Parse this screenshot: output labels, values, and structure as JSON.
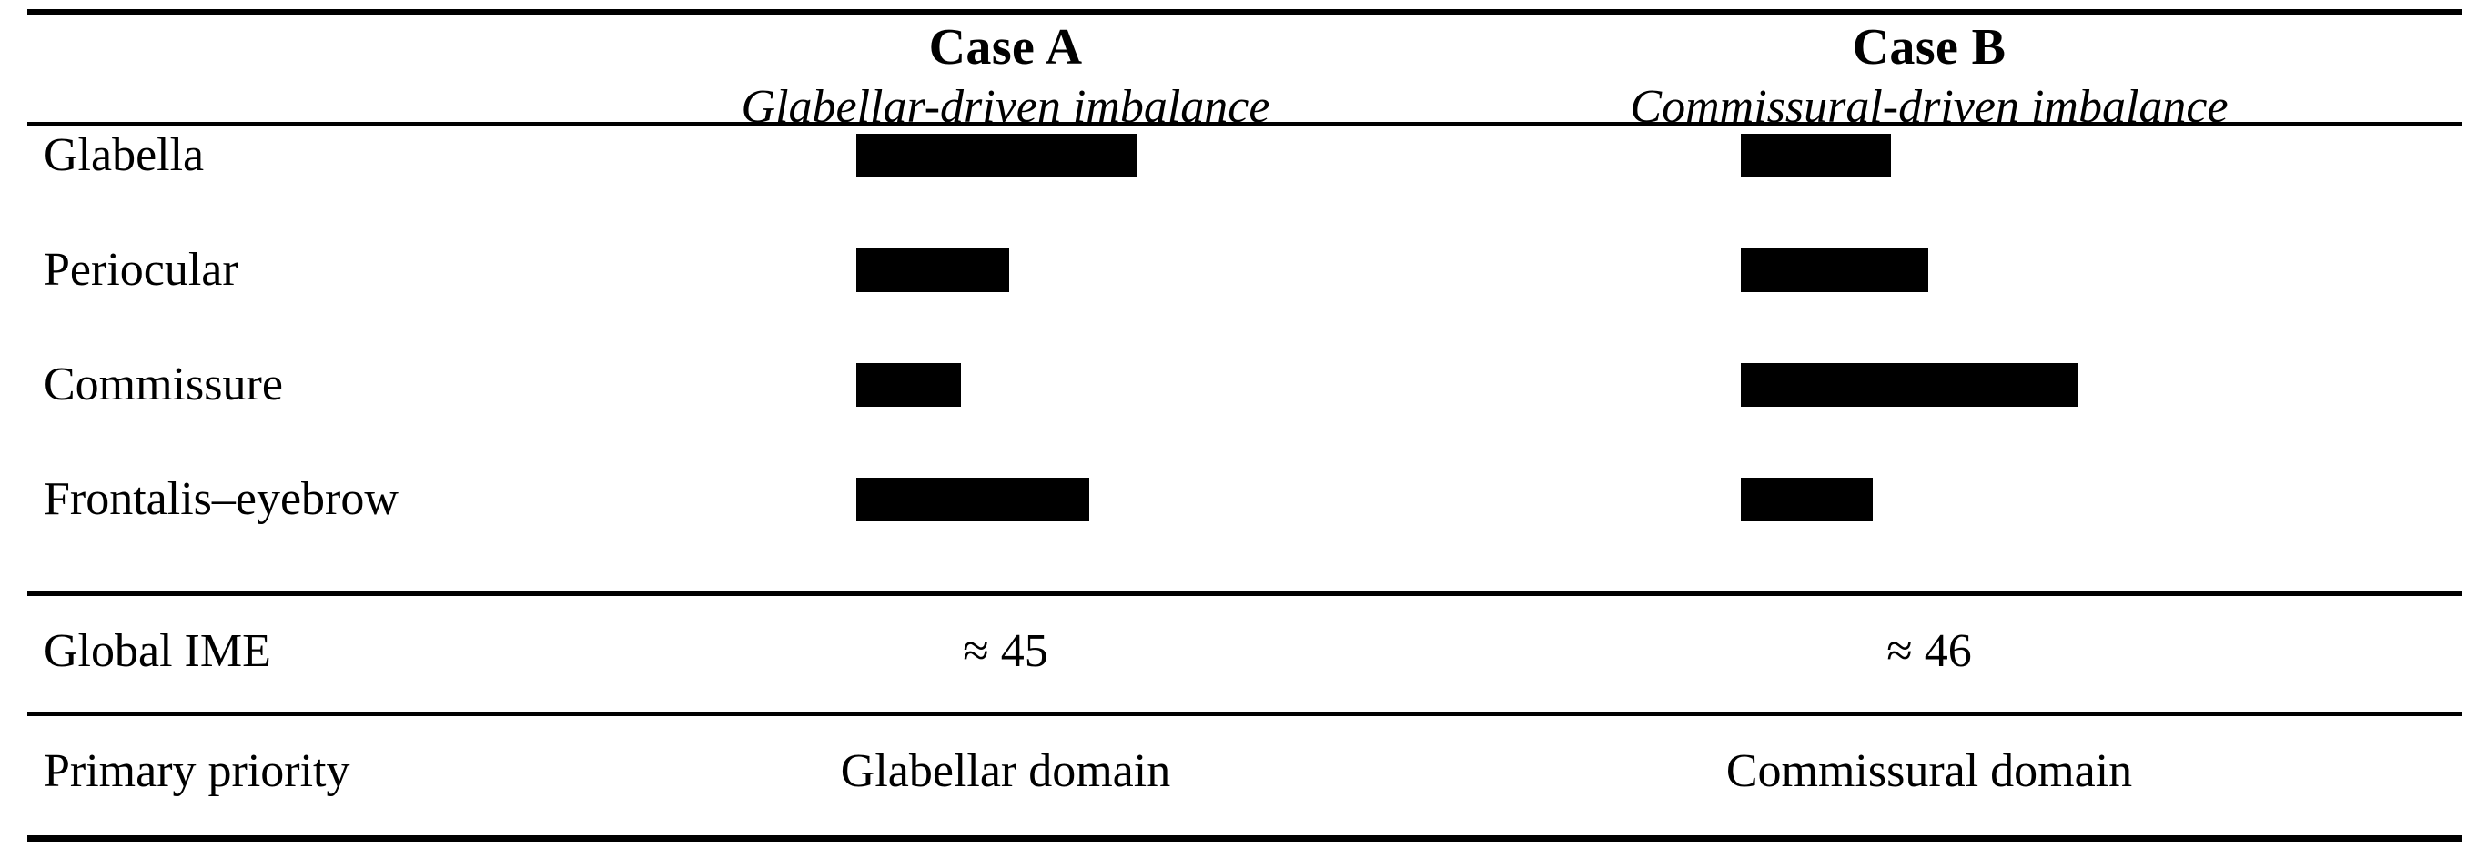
{
  "table": {
    "columns": [
      {
        "id": "label",
        "header": "",
        "subheader": ""
      },
      {
        "id": "case_a",
        "header": "Case A",
        "subheader": "Glabellar-driven imbalance"
      },
      {
        "id": "case_b",
        "header": "Case B",
        "subheader": "Commissural-driven imbalance"
      }
    ],
    "bar_rows": [
      {
        "label": "Glabella",
        "case_a_width": 309,
        "case_b_width": 165
      },
      {
        "label": "Periocular",
        "case_a_width": 168,
        "case_b_width": 206
      },
      {
        "label": "Commissure",
        "case_a_width": 115,
        "case_b_width": 371
      },
      {
        "label": "Frontalis–eyebrow",
        "case_a_width": 256,
        "case_b_width": 145
      }
    ],
    "summary_rows": [
      {
        "label": "Global IME",
        "case_a": "≈ 45",
        "case_b": "≈ 46"
      },
      {
        "label": "Primary priority",
        "case_a": "Glabellar domain",
        "case_b": "Commissural domain"
      }
    ]
  },
  "chart_data": {
    "type": "bar",
    "title": "",
    "orientation": "horizontal",
    "categories": [
      "Glabella",
      "Periocular",
      "Commissure",
      "Frontalis–eyebrow"
    ],
    "series": [
      {
        "name": "Case A",
        "subtitle": "Glabellar-driven imbalance",
        "values": [
          309,
          168,
          115,
          256
        ]
      },
      {
        "name": "Case B",
        "subtitle": "Commissural-driven imbalance",
        "values": [
          165,
          206,
          371,
          145
        ]
      }
    ],
    "value_unit": "relative bar length (px)",
    "xlabel": "",
    "ylabel": "",
    "grid": false,
    "legend": "column headers",
    "annotations": {
      "Global IME": {
        "Case A": "≈ 45",
        "Case B": "≈ 46"
      },
      "Primary priority": {
        "Case A": "Glabellar domain",
        "Case B": "Commissural domain"
      }
    }
  },
  "style": {
    "bar_color": "#000000",
    "rule_color": "#000000",
    "background": "#ffffff"
  }
}
